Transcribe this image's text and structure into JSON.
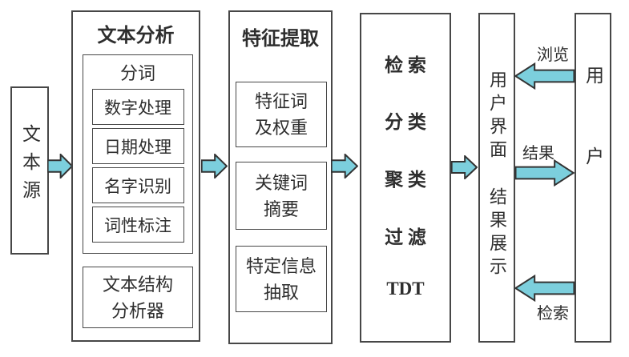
{
  "colors": {
    "arrow_fill": "#7CCFDD",
    "arrow_stroke": "#333333",
    "border": "#474747",
    "text": "#2e2e2e"
  },
  "source": {
    "label": "文本源"
  },
  "text_analysis": {
    "title": "文本分析",
    "segmentation": {
      "title": "分词",
      "items": [
        "数字处理",
        "日期处理",
        "名字识别",
        "词性标注"
      ]
    },
    "structure_analyzer": "文本结构\n分析器"
  },
  "feature_extraction": {
    "title": "特征提取",
    "boxes": [
      "特征词\n及权重",
      "关键词\n摘要",
      "特定信息\n抽取"
    ]
  },
  "processing": {
    "lines": [
      "检 索",
      "分 类",
      "聚 类",
      "过 滤",
      "TDT"
    ]
  },
  "user_interface": {
    "top": "用户界面",
    "bottom": "结果展示"
  },
  "user": {
    "label": "用户"
  },
  "flows": {
    "browse": "浏览",
    "result": "结果",
    "search": "检索"
  }
}
